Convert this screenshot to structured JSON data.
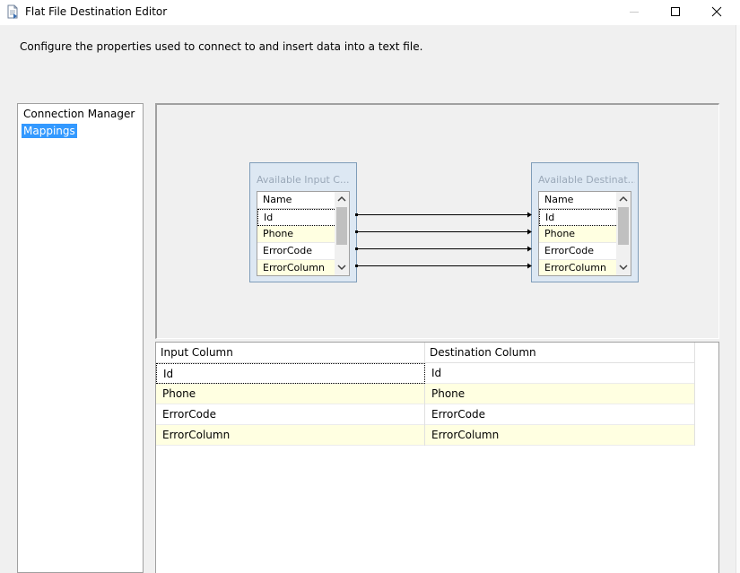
{
  "window": {
    "title": "Flat File Destination Editor",
    "icon": "flat-file-destination-icon"
  },
  "description": "Configure the properties used to connect to and insert data into a text file.",
  "nav": {
    "items": [
      {
        "label": "Connection Manager",
        "selected": false
      },
      {
        "label": "Mappings",
        "selected": true
      }
    ]
  },
  "mapping": {
    "source_box": {
      "title": "Available Input C...",
      "header": "Name",
      "items": [
        "Id",
        "Phone",
        "ErrorCode",
        "ErrorColumn"
      ]
    },
    "destination_box": {
      "title": "Available Destinat...",
      "header": "Name",
      "items": [
        "Id",
        "Phone",
        "ErrorCode",
        "ErrorColumn"
      ]
    }
  },
  "grid": {
    "headers": [
      "Input Column",
      "Destination Column"
    ],
    "rows": [
      {
        "input": "Id",
        "destination": "Id"
      },
      {
        "input": "Phone",
        "destination": "Phone"
      },
      {
        "input": "ErrorCode",
        "destination": "ErrorCode"
      },
      {
        "input": "ErrorColumn",
        "destination": "ErrorColumn"
      }
    ]
  },
  "colors": {
    "selection": "#3399ff",
    "alt_row": "#ffffe1",
    "box_bg": "#dde8f3"
  }
}
